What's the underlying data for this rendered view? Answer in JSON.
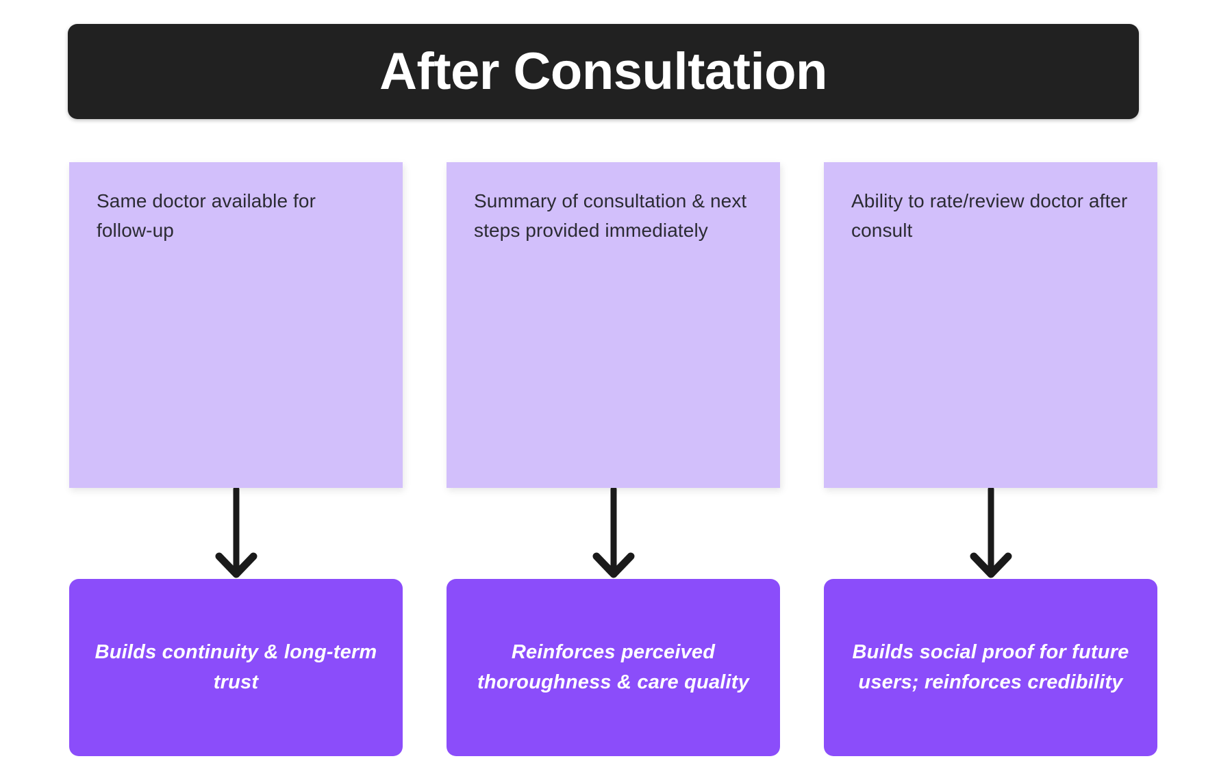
{
  "header": {
    "title": "After Consultation",
    "background_color": "#212121",
    "text_color": "#ffffff"
  },
  "theme": {
    "page_background": "#ffffff",
    "feature_card_color": "#D2BFFB",
    "outcome_box_color": "#8B4DFA",
    "arrow_color": "#1a1a1a",
    "feature_text_color": "#2b2b33",
    "outcome_text_color": "#ffffff"
  },
  "columns": [
    {
      "feature": "Same doctor available for follow-up",
      "arrow": "down-arrow-icon",
      "outcome": "Builds continuity & long-term trust"
    },
    {
      "feature": "Summary of consultation & next steps provided immediately",
      "arrow": "down-arrow-icon",
      "outcome": "Reinforces perceived thoroughness & care quality"
    },
    {
      "feature": "Ability to rate/review doctor after consult",
      "arrow": "down-arrow-icon",
      "outcome": "Builds social proof for future users; reinforces credibility"
    }
  ]
}
